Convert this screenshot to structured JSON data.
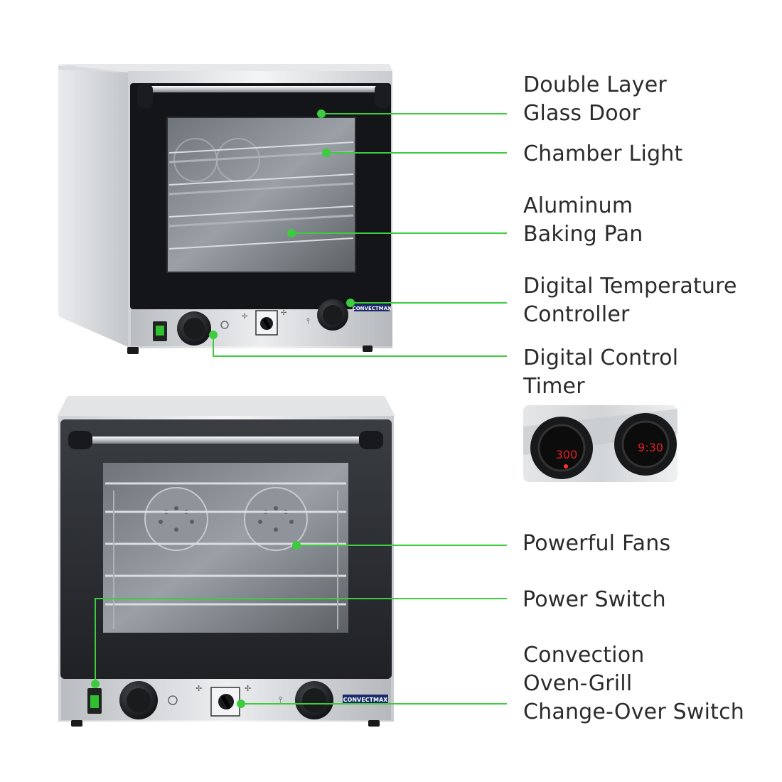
{
  "brand": "CONVECTMAX",
  "callouts": [
    {
      "id": "glass-door",
      "lines": [
        "Double Layer",
        "Glass Door"
      ]
    },
    {
      "id": "chamber-light",
      "lines": [
        "Chamber Light"
      ]
    },
    {
      "id": "baking-pan",
      "lines": [
        "Aluminum",
        "Baking Pan"
      ]
    },
    {
      "id": "temp-controller",
      "lines": [
        "Digital Temperature",
        "Controller"
      ]
    },
    {
      "id": "control-timer",
      "lines": [
        "Digital Control",
        "Timer"
      ]
    },
    {
      "id": "fans",
      "lines": [
        "Powerful Fans"
      ]
    },
    {
      "id": "power-switch",
      "lines": [
        "Power Switch"
      ]
    },
    {
      "id": "change-over",
      "lines": [
        "Convection",
        "Oven-Grill",
        "Change-Over Switch"
      ]
    }
  ],
  "displays": {
    "temperature": "300",
    "timer": "9:30"
  },
  "accent_color": "#3dcc3d",
  "icons": [
    "fan-icon",
    "clock-icon",
    "thermometer-icon",
    "power-switch-icon"
  ]
}
